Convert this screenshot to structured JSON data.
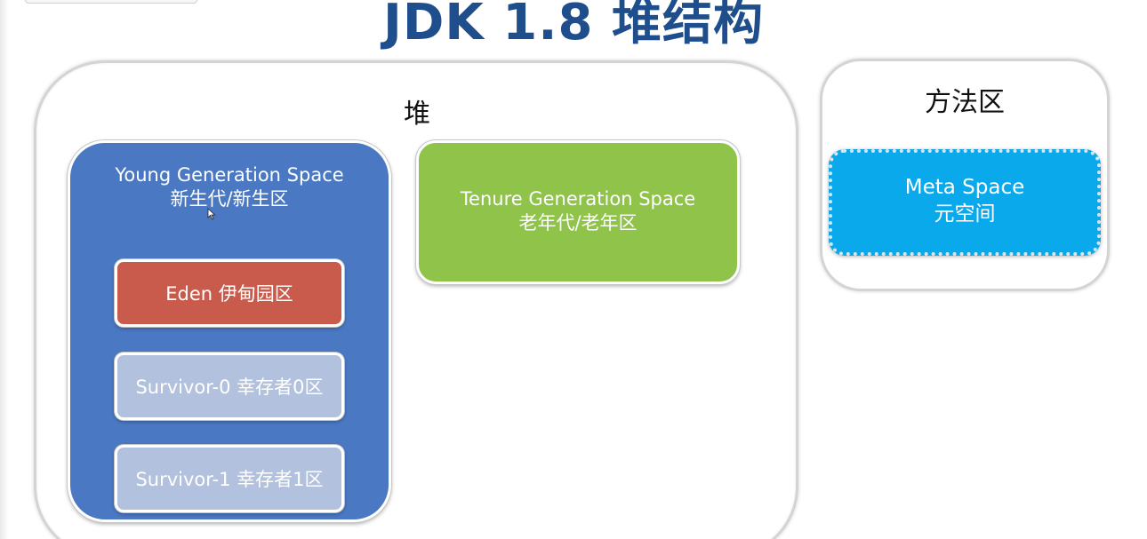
{
  "title": "JDK 1.8 堆结构",
  "heap": {
    "label": "堆",
    "young": {
      "line1": "Young Generation Space",
      "line2": "新生代/新生区"
    },
    "eden": "Eden 伊甸园区",
    "survivor0": "Survivor-0 幸存者0区",
    "survivor1": "Survivor-1 幸存者1区",
    "tenure": {
      "line1": "Tenure Generation Space",
      "line2": "老年代/老年区"
    }
  },
  "method_area": {
    "label": "方法区",
    "meta": {
      "line1": "Meta Space",
      "line2": "元空间"
    }
  },
  "colors": {
    "title": "#1f4e8c",
    "young": "#4a78c2",
    "eden": "#c95b4c",
    "survivor": "#b2c1de",
    "tenure": "#8fc34a",
    "meta": "#0aa9eb"
  },
  "icons": [
    "mouse-cursor-icon"
  ]
}
